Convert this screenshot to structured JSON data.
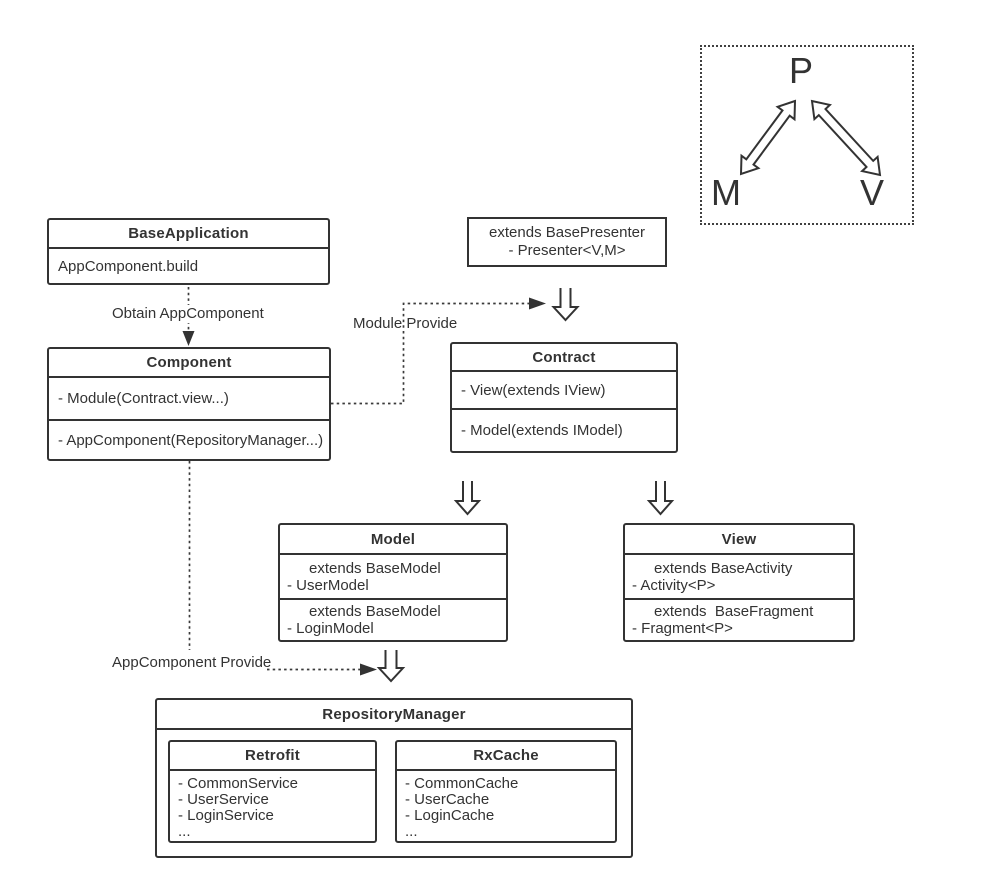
{
  "mvp": {
    "p": "P",
    "m": "M",
    "v": "V"
  },
  "base_application": {
    "title": "BaseApplication",
    "body": "AppComponent.build"
  },
  "presenter_note": {
    "line1": "extends BasePresenter",
    "line2": "- Presenter<V,M>"
  },
  "component": {
    "title": "Component",
    "row1": "- Module(Contract.view...)",
    "row2": "- AppComponent(RepositoryManager...)"
  },
  "contract": {
    "title": "Contract",
    "row1": "- View(extends IView)",
    "row2": "- Model(extends IModel)"
  },
  "model": {
    "title": "Model",
    "row1_line1": "extends BaseModel",
    "row1_line2": "- UserModel",
    "row2_line1": "extends BaseModel",
    "row2_line2": "- LoginModel"
  },
  "view": {
    "title": "View",
    "row1_line1": "extends BaseActivity",
    "row1_line2": "- Activity<P>",
    "row2_line1": "extends  BaseFragment",
    "row2_line2": "- Fragment<P>"
  },
  "repository_manager": {
    "title": "RepositoryManager",
    "retrofit": {
      "title": "Retrofit",
      "items": [
        "- CommonService",
        "- UserService",
        "- LoginService",
        "..."
      ]
    },
    "rxcache": {
      "title": "RxCache",
      "items": [
        "- CommonCache",
        "- UserCache",
        "- LoginCache",
        "..."
      ]
    }
  },
  "labels": {
    "obtain": "Obtain AppComponent",
    "module_provide": "Module Provide",
    "appcomponent_provide": "AppComponent Provide"
  },
  "colors": {
    "stroke": "#333333",
    "text": "#333333",
    "background": "#ffffff"
  }
}
